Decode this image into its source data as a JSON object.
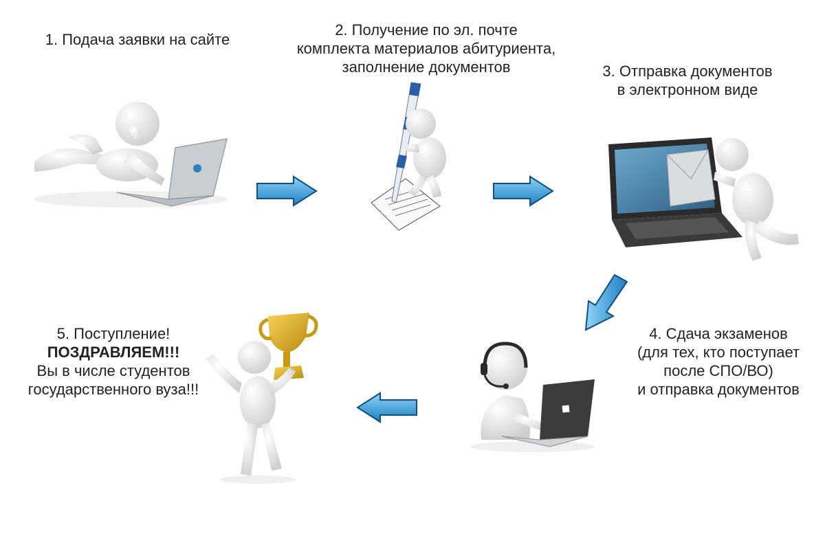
{
  "steps": [
    {
      "lines": [
        "1. Подача заявки на сайте"
      ]
    },
    {
      "lines": [
        "2. Получение по эл. почте",
        "комплекта материалов абитуриента,",
        "заполнение документов"
      ]
    },
    {
      "lines": [
        "3. Отправка документов",
        "в электронном виде"
      ]
    },
    {
      "lines": [
        "4. Сдача экзаменов",
        "(для тех, кто поступает",
        "после СПО/ВО)",
        "и отправка документов"
      ]
    },
    {
      "lines": [
        "5. Поступление!",
        "ПОЗДРАВЛЯЕМ!!!",
        "Вы в числе студентов",
        "государственного вуза!!!"
      ]
    }
  ],
  "colors": {
    "arrow_light": "#8fd3f7",
    "arrow_dark": "#1e7fc4",
    "figure": "#ececec",
    "figure_shade": "#cfcfcf",
    "laptop_dark": "#3a3a3a",
    "trophy": "#e2b21c"
  }
}
